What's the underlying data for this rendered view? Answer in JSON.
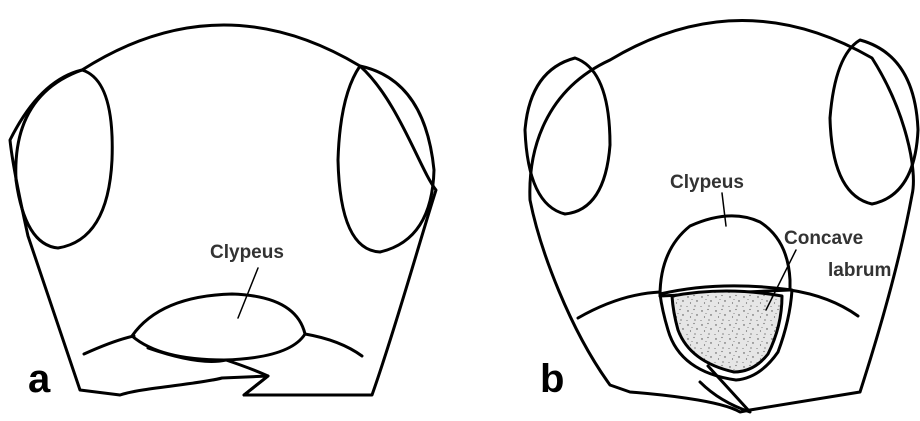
{
  "panels": [
    {
      "letter": "a",
      "labels": {
        "clypeus": "Clypeus"
      }
    },
    {
      "letter": "b",
      "labels": {
        "clypeus": "Clypeus",
        "concave_line1": "Concave",
        "concave_line2": "labrum"
      }
    }
  ]
}
